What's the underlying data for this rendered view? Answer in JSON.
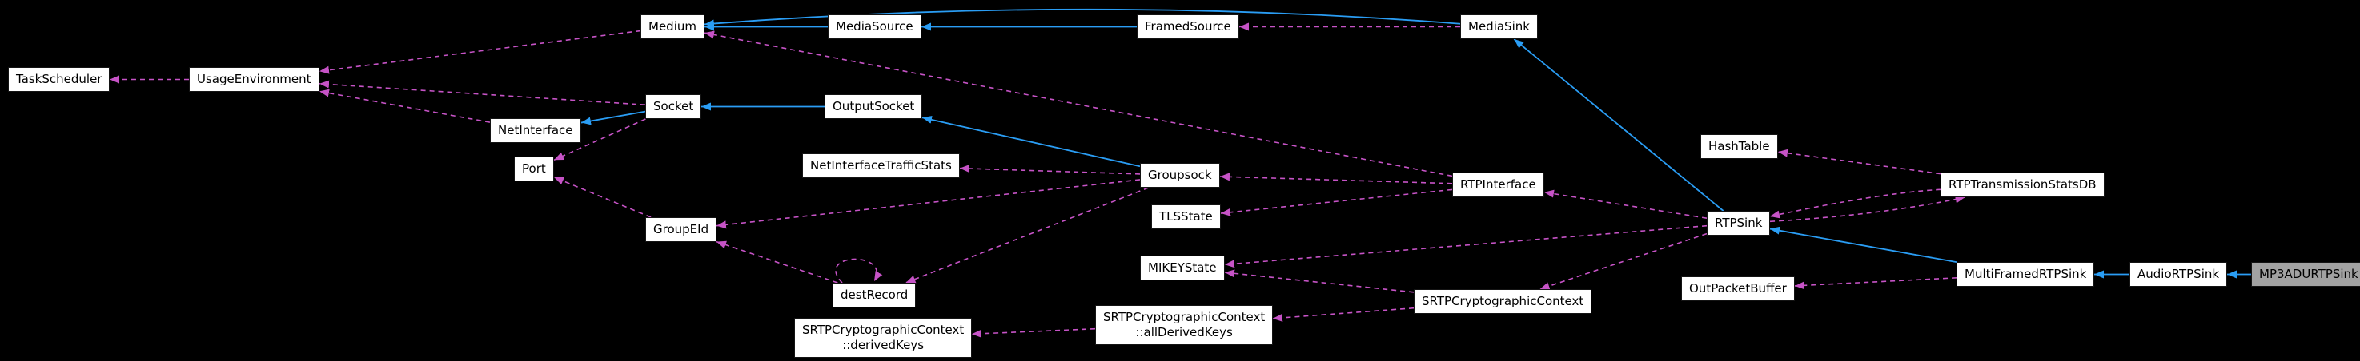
{
  "diagram": {
    "type": "class-collaboration-graph",
    "focus_class": "MP3ADURTPSink",
    "nodes": {
      "taskscheduler": {
        "label": "TaskScheduler"
      },
      "usageenvironment": {
        "label": "UsageEnvironment"
      },
      "medium": {
        "label": "Medium"
      },
      "mediasource": {
        "label": "MediaSource"
      },
      "framedsource": {
        "label": "FramedSource"
      },
      "mediasink": {
        "label": "MediaSink"
      },
      "netinterface": {
        "label": "NetInterface"
      },
      "socket": {
        "label": "Socket"
      },
      "outputsocket": {
        "label": "OutputSocket"
      },
      "port": {
        "label": "Port"
      },
      "netinterfacetrafficstats": {
        "label": "NetInterfaceTrafficStats"
      },
      "groupsock": {
        "label": "Groupsock"
      },
      "hashtable": {
        "label": "HashTable"
      },
      "rtpinterface": {
        "label": "RTPInterface"
      },
      "rtptransmissionstatsdb": {
        "label": "RTPTransmissionStatsDB"
      },
      "tlsstate": {
        "label": "TLSState"
      },
      "rtpsink": {
        "label": "RTPSink"
      },
      "groupeid": {
        "label": "GroupEId"
      },
      "mikeystate": {
        "label": "MIKEYState"
      },
      "multiframedrtpsink": {
        "label": "MultiFramedRTPSink"
      },
      "audiortpsink": {
        "label": "AudioRTPSink"
      },
      "mp3adurtpsink": {
        "label": "MP3ADURTPSink"
      },
      "destrecord": {
        "label": "destRecord"
      },
      "srtpcryptographiccontext": {
        "label": "SRTPCryptographicContext"
      },
      "outpacketbuffer": {
        "label": "OutPacketBuffer"
      },
      "allderivedkeys": {
        "label": "SRTPCryptographicContext\n::allDerivedKeys"
      },
      "derivedkeys": {
        "label": "SRTPCryptographicContext\n::derivedKeys"
      }
    },
    "edges": [
      {
        "from": "mediasource",
        "to": "medium",
        "type": "inherit"
      },
      {
        "from": "framedsource",
        "to": "mediasource",
        "type": "inherit"
      },
      {
        "from": "mediasink",
        "to": "medium",
        "type": "inherit",
        "bend": 40
      },
      {
        "from": "socket",
        "to": "netinterface",
        "type": "inherit"
      },
      {
        "from": "outputsocket",
        "to": "socket",
        "type": "inherit"
      },
      {
        "from": "groupsock",
        "to": "outputsocket",
        "type": "inherit"
      },
      {
        "from": "rtpsink",
        "to": "mediasink",
        "type": "inherit"
      },
      {
        "from": "multiframedrtpsink",
        "to": "rtpsink",
        "type": "inherit"
      },
      {
        "from": "audiortpsink",
        "to": "multiframedrtpsink",
        "type": "inherit"
      },
      {
        "from": "mp3adurtpsink",
        "to": "audiortpsink",
        "type": "inherit"
      },
      {
        "from": "usageenvironment",
        "to": "taskscheduler",
        "type": "use"
      },
      {
        "from": "medium",
        "to": "usageenvironment",
        "type": "use"
      },
      {
        "from": "netinterface",
        "to": "usageenvironment",
        "type": "use"
      },
      {
        "from": "socket",
        "to": "usageenvironment",
        "type": "use"
      },
      {
        "from": "socket",
        "to": "port",
        "type": "use"
      },
      {
        "from": "groupeid",
        "to": "port",
        "type": "use"
      },
      {
        "from": "mediasink",
        "to": "framedsource",
        "type": "use"
      },
      {
        "from": "destrecord",
        "to": "destrecord",
        "type": "use"
      },
      {
        "from": "destrecord",
        "to": "groupeid",
        "type": "use"
      },
      {
        "from": "groupsock",
        "to": "destrecord",
        "type": "use"
      },
      {
        "from": "groupsock",
        "to": "groupeid",
        "type": "use"
      },
      {
        "from": "groupsock",
        "to": "netinterfacetrafficstats",
        "type": "use"
      },
      {
        "from": "rtpinterface",
        "to": "groupsock",
        "type": "use"
      },
      {
        "from": "rtpinterface",
        "to": "tlsstate",
        "type": "use"
      },
      {
        "from": "rtpinterface",
        "to": "medium",
        "type": "use"
      },
      {
        "from": "rtpsink",
        "to": "rtpinterface",
        "type": "use"
      },
      {
        "from": "rtpsink",
        "to": "mikeystate",
        "type": "use"
      },
      {
        "from": "rtpsink",
        "to": "srtpcryptographiccontext",
        "type": "use"
      },
      {
        "from": "rtpsink",
        "to": "rtptransmissionstatsdb",
        "type": "use",
        "bend": 14
      },
      {
        "from": "rtptransmissionstatsdb",
        "to": "rtpsink",
        "type": "use",
        "bend": 14
      },
      {
        "from": "rtptransmissionstatsdb",
        "to": "hashtable",
        "type": "use"
      },
      {
        "from": "multiframedrtpsink",
        "to": "outpacketbuffer",
        "type": "use"
      },
      {
        "from": "srtpcryptographiccontext",
        "to": "mikeystate",
        "type": "use"
      },
      {
        "from": "srtpcryptographiccontext",
        "to": "allderivedkeys",
        "type": "use"
      },
      {
        "from": "allderivedkeys",
        "to": "derivedkeys",
        "type": "use"
      }
    ]
  },
  "colors": {
    "background": "#000000",
    "node_fill": "#ffffff",
    "node_text": "#000000",
    "highlighted_node_fill": "#a2a2a2",
    "inheritance_edge": "#2a9df4",
    "usage_edge": "#c653c6"
  }
}
